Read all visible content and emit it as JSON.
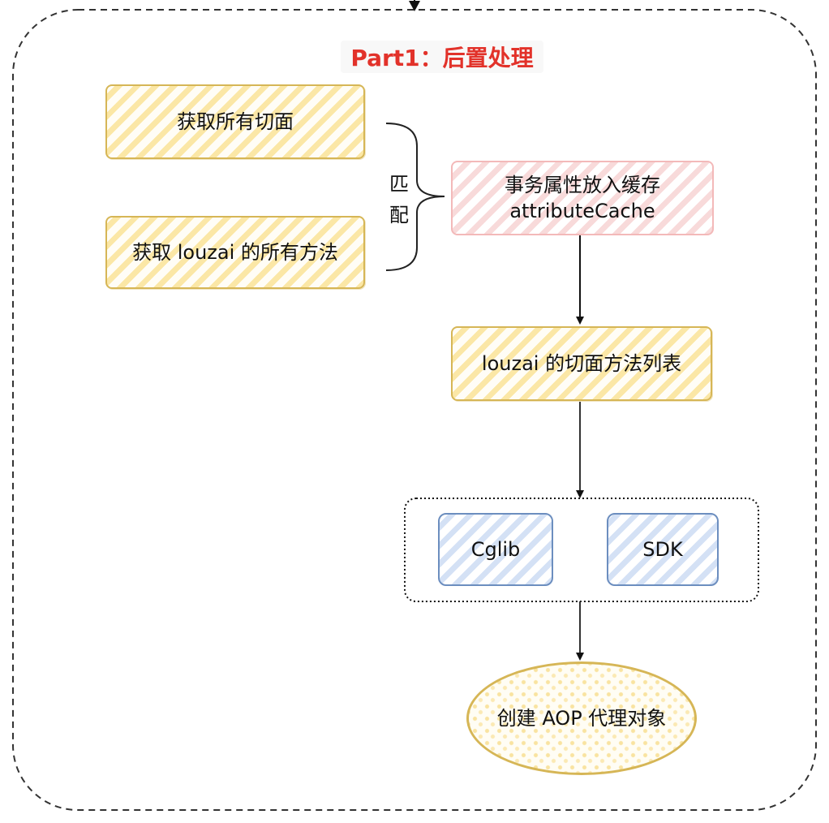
{
  "title": "Part1：后置处理",
  "nodes": {
    "get_all_aspects": "获取所有切面",
    "get_louzai_methods": "获取 louzai 的所有方法",
    "match_label_line1": "匹",
    "match_label_line2": "配",
    "cache_line1": "事务属性放入缓存",
    "cache_line2": "attributeCache",
    "aspect_method_list": "louzai 的切面方法列表",
    "cglib": "Cglib",
    "sdk": "SDK",
    "create_proxy": "创建 AOP 代理对象"
  },
  "colors": {
    "title_red": "#e2322a",
    "yellow_border": "#d6b656",
    "yellow_fill": "#fbe7a6",
    "pink_border": "#f3b9b9",
    "blue_border": "#6c8ebf",
    "blue_fill": "#d4e1f5",
    "edge": "#333333"
  }
}
